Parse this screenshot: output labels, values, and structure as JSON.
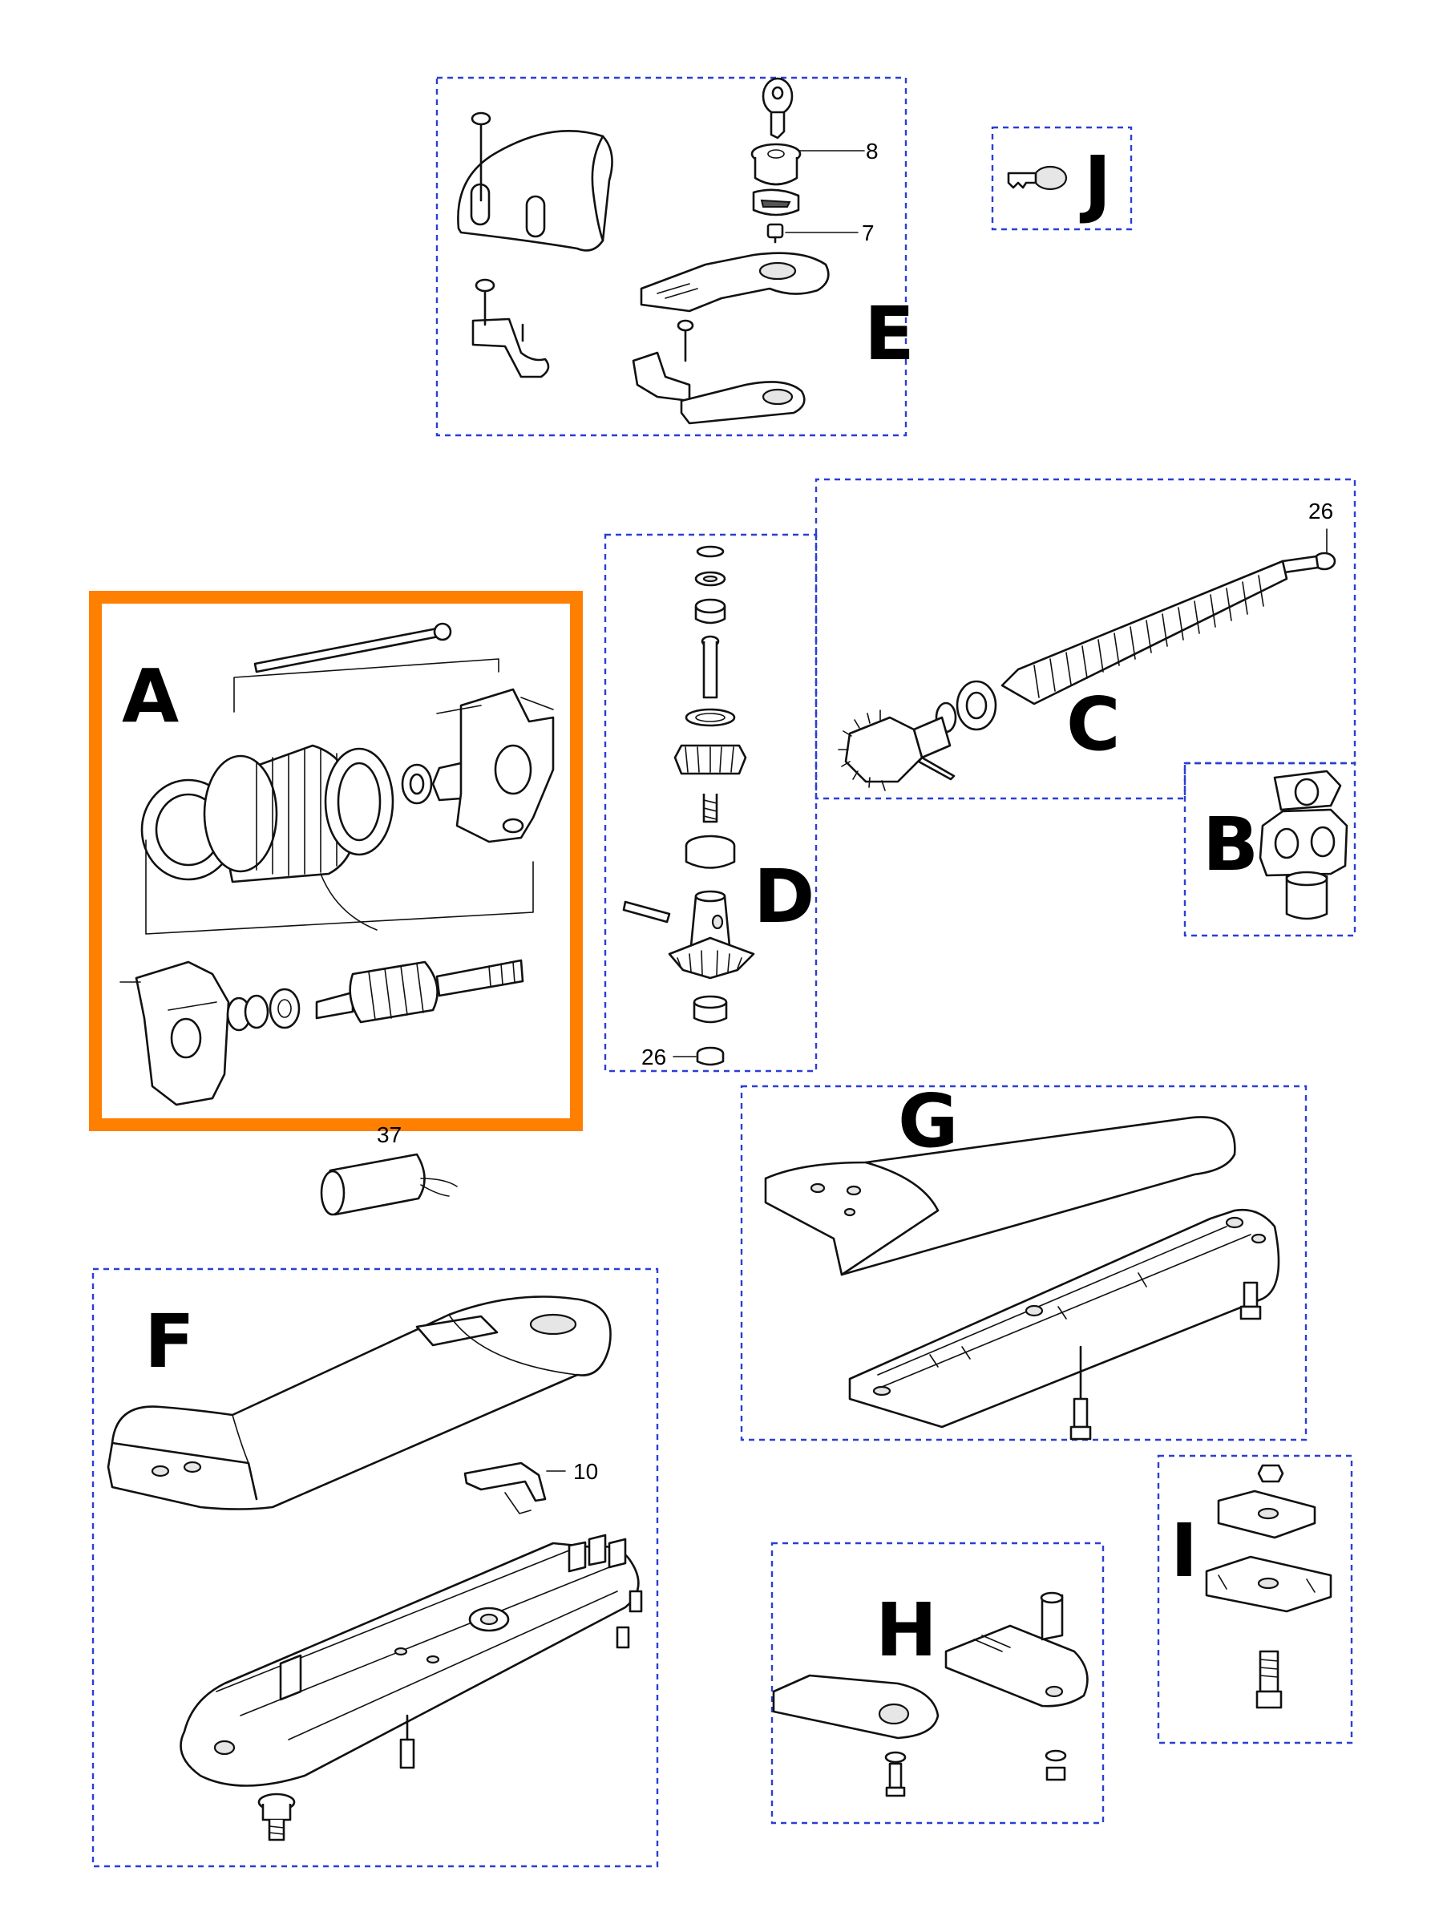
{
  "groups": {
    "A": {
      "label": "A",
      "highlighted": true
    },
    "B": {
      "label": "B"
    },
    "C": {
      "label": "C"
    },
    "D": {
      "label": "D"
    },
    "E": {
      "label": "E"
    },
    "F": {
      "label": "F"
    },
    "G": {
      "label": "G"
    },
    "H": {
      "label": "H"
    },
    "I": {
      "label": "I"
    },
    "J": {
      "label": "J"
    }
  },
  "callouts": {
    "e_lock_cylinder": "8",
    "e_screw": "7",
    "c_shaft_end": "26",
    "d_bearing": "26",
    "capacitor": "37",
    "f_bracket": "10"
  },
  "colors": {
    "group_border": "#2a3fd4",
    "highlight_border": "#ff7f00",
    "line_art": "#111111"
  }
}
